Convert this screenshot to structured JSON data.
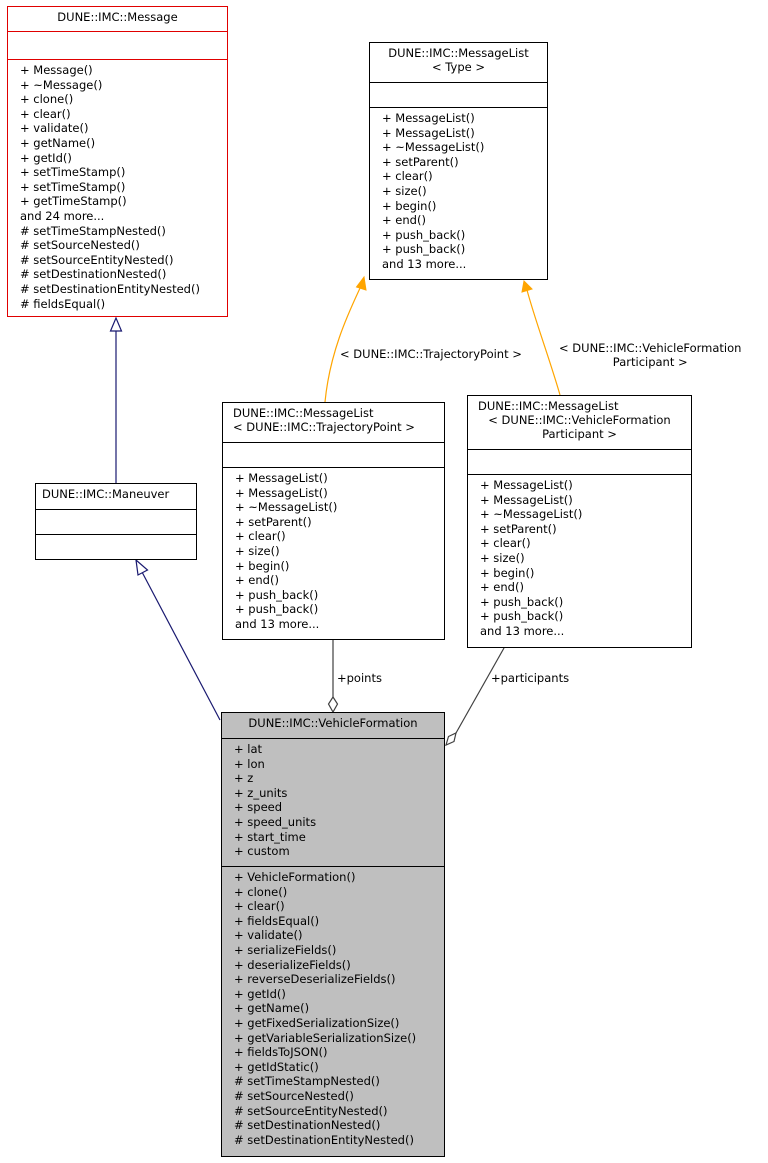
{
  "colors": {
    "inheritance": "#191970",
    "template": "#ffa500",
    "usage": "#404040",
    "highlight_border": "#e00000",
    "focus_fill": "#bfbfbf"
  },
  "message": {
    "title": "DUNE::IMC::Message",
    "attributes": [],
    "methods": [
      "+ Message()",
      "+ ~Message()",
      "+ clone()",
      "+ clear()",
      "+ validate()",
      "+ getName()",
      "+ getId()",
      "+ setTimeStamp()",
      "+ setTimeStamp()",
      "+ getTimeStamp()",
      "and 24 more...",
      "# setTimeStampNested()",
      "# setSourceNested()",
      "# setSourceEntityNested()",
      "# setDestinationNested()",
      "# setDestinationEntityNested()",
      "# fieldsEqual()"
    ]
  },
  "messagelist_template": {
    "title_line1": "DUNE::IMC::MessageList",
    "title_line2": "< Type >",
    "methods": [
      "+ MessageList()",
      "+ MessageList()",
      "+ ~MessageList()",
      "+ setParent()",
      "+ clear()",
      "+ size()",
      "+ begin()",
      "+ end()",
      "+ push_back()",
      "+ push_back()",
      "and 13 more..."
    ]
  },
  "maneuver": {
    "title": "DUNE::IMC::Maneuver"
  },
  "messagelist_trajectory": {
    "title_line1": "DUNE::IMC::MessageList",
    "title_line2": "< DUNE::IMC::TrajectoryPoint >",
    "methods": [
      "+ MessageList()",
      "+ MessageList()",
      "+ ~MessageList()",
      "+ setParent()",
      "+ clear()",
      "+ size()",
      "+ begin()",
      "+ end()",
      "+ push_back()",
      "+ push_back()",
      "and 13 more..."
    ]
  },
  "messagelist_participant": {
    "title_line1": "DUNE::IMC::MessageList",
    "title_line2": "< DUNE::IMC::VehicleFormation",
    "title_line3": "Participant >",
    "methods": [
      "+ MessageList()",
      "+ MessageList()",
      "+ ~MessageList()",
      "+ setParent()",
      "+ clear()",
      "+ size()",
      "+ begin()",
      "+ end()",
      "+ push_back()",
      "+ push_back()",
      "and 13 more..."
    ]
  },
  "vehicle_formation": {
    "title": "DUNE::IMC::VehicleFormation",
    "attributes": [
      "+ lat",
      "+ lon",
      "+ z",
      "+ z_units",
      "+ speed",
      "+ speed_units",
      "+ start_time",
      "+ custom"
    ],
    "methods": [
      "+ VehicleFormation()",
      "+ clone()",
      "+ clear()",
      "+ fieldsEqual()",
      "+ validate()",
      "+ serializeFields()",
      "+ deserializeFields()",
      "+ reverseDeserializeFields()",
      "+ getId()",
      "+ getName()",
      "+ getFixedSerializationSize()",
      "+ getVariableSerializationSize()",
      "+ fieldsToJSON()",
      "+ getIdStatic()",
      "# setTimeStampNested()",
      "# setSourceNested()",
      "# setSourceEntityNested()",
      "# setDestinationNested()",
      "# setDestinationEntityNested()"
    ]
  },
  "edge_labels": {
    "trajectory_binding": "< DUNE::IMC::TrajectoryPoint >",
    "participant_binding_line1": "< DUNE::IMC::VehicleFormation",
    "participant_binding_line2": "Participant >",
    "points": "+points",
    "participants": "+participants"
  }
}
